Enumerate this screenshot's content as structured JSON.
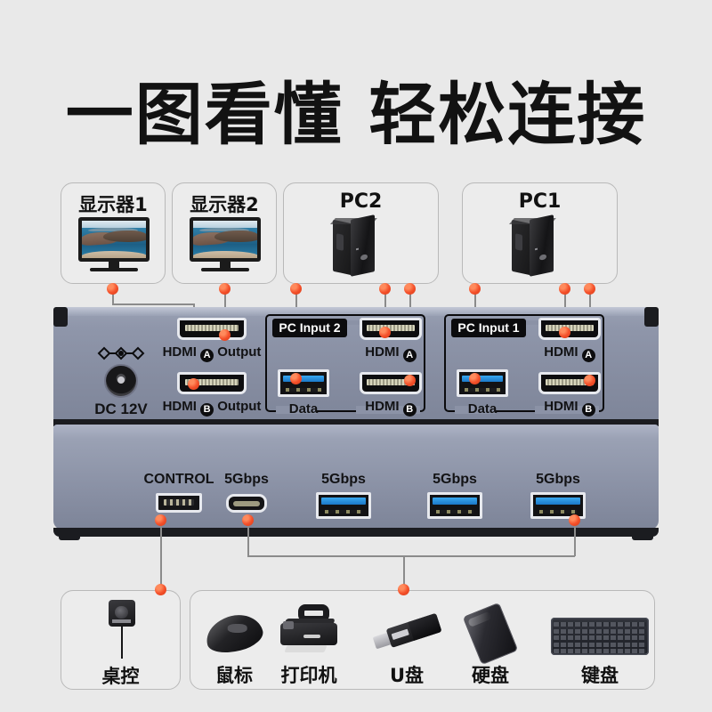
{
  "page": {
    "title": "一图看懂 轻松连接",
    "background_color": "#e9e9e9",
    "accent_dot_color": "#f4502a",
    "line_color": "#8b8b8b"
  },
  "sources": [
    {
      "id": "monitor1",
      "label": "显示器1",
      "icon": "monitor-icon"
    },
    {
      "id": "monitor2",
      "label": "显示器2",
      "icon": "monitor-icon"
    },
    {
      "id": "pc2",
      "label": "PC2",
      "icon": "desktop-tower-icon"
    },
    {
      "id": "pc1",
      "label": "PC1",
      "icon": "desktop-tower-icon"
    }
  ],
  "device": {
    "top_panel": {
      "power": {
        "label": "DC 12V",
        "icon": "dc-barrel-jack-icon",
        "polarity_icon": "polarity-symbol-icon"
      },
      "outputs": [
        {
          "label_prefix": "HDMI",
          "marker": "A",
          "label_suffix": "Output",
          "icon": "hdmi-port-icon"
        },
        {
          "label_prefix": "HDMI",
          "marker": "B",
          "label_suffix": "Output",
          "icon": "hdmi-port-icon"
        }
      ],
      "input_groups": [
        {
          "badge": "PC Input 2",
          "data_label": "Data",
          "data_icon": "usb-a-port-icon",
          "hdmi": [
            {
              "label_prefix": "HDMI",
              "marker": "A",
              "icon": "hdmi-port-icon"
            },
            {
              "label_prefix": "HDMI",
              "marker": "B",
              "icon": "hdmi-port-icon"
            }
          ]
        },
        {
          "badge": "PC Input 1",
          "data_label": "Data",
          "data_icon": "usb-a-port-icon",
          "hdmi": [
            {
              "label_prefix": "HDMI",
              "marker": "A",
              "icon": "hdmi-port-icon"
            },
            {
              "label_prefix": "HDMI",
              "marker": "B",
              "icon": "hdmi-port-icon"
            }
          ]
        }
      ]
    },
    "bottom_panel": {
      "ports": [
        {
          "label": "CONTROL",
          "icon": "mini-usb-port-icon"
        },
        {
          "label": "5Gbps",
          "icon": "usb-c-port-icon"
        },
        {
          "label": "5Gbps",
          "icon": "usb-a-port-icon"
        },
        {
          "label": "5Gbps",
          "icon": "usb-a-port-icon"
        },
        {
          "label": "5Gbps",
          "icon": "usb-a-port-icon"
        }
      ]
    }
  },
  "peripherals": {
    "control_group": [
      {
        "label": "桌控",
        "icon": "desk-controller-icon"
      }
    ],
    "usb_group": [
      {
        "label": "鼠标",
        "icon": "mouse-icon"
      },
      {
        "label": "打印机",
        "icon": "printer-icon"
      },
      {
        "label": "U盘",
        "icon": "usb-flash-drive-icon"
      },
      {
        "label": "硬盘",
        "icon": "hard-drive-icon"
      },
      {
        "label": "键盘",
        "icon": "keyboard-icon"
      }
    ]
  }
}
